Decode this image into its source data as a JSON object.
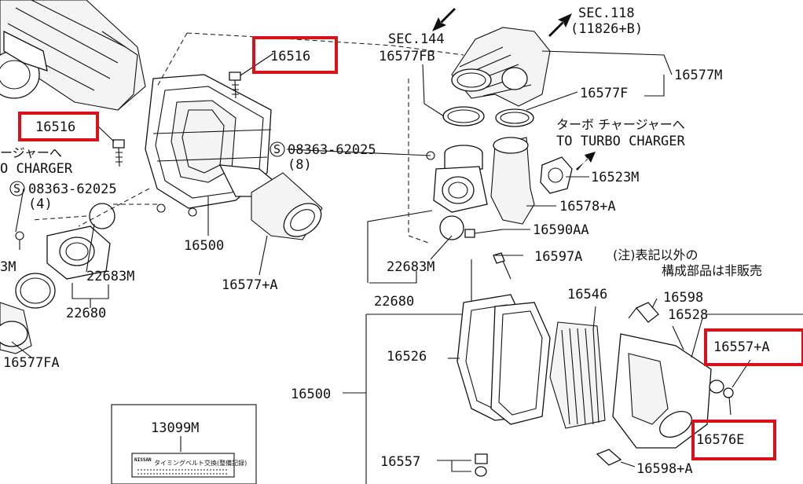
{
  "labels": {
    "p16516_top": "16516",
    "p16516_left": "16516",
    "sec144": "SEC.144",
    "p16577fb": "16577FB",
    "sec118": "SEC.118",
    "p11826b": "(11826+B)",
    "p16577m": "16577M",
    "p16577f": "16577F",
    "turbo_jp": "ターボ チャージャーへ",
    "turbo_en": "TO TURBO CHARGER",
    "turbo_jp_left": "ージャーへ",
    "turbo_en_left": "O CHARGER",
    "s08363_mid": "08363-62025",
    "s08363_mid_qty": "(8)",
    "s08363_left": "08363-62025",
    "s08363_left_qty": "(4)",
    "p16523m": "16523M",
    "p16578a": "16578+A",
    "p16590aa": "16590AA",
    "p22683m_mid": "22683M",
    "p22680_mid": "22680",
    "p16597a": "16597A",
    "note1": "(注)表記以外の",
    "note2": "構成部品は非販売",
    "p16546": "16546",
    "p16598": "16598",
    "p16528": "16528",
    "p16557a": "16557+A",
    "p16526": "16526",
    "p16500_box": "16500",
    "p16576e": "16576E",
    "p16557": "16557",
    "p16598a": "16598+A",
    "p16500_mid": "16500",
    "p16577a": "16577+A",
    "p22683m_left": "22683M",
    "p22680_left": "22680",
    "p3m": "3M",
    "p16577fa": "16577FA",
    "p13099m": "13099M",
    "sticker_brand": "NISSAN",
    "sticker_text": "タイミングベルト交換(整備記録)",
    "s_symbol": "S"
  },
  "colors": {
    "highlight": "#d8111b",
    "line": "#111111"
  }
}
